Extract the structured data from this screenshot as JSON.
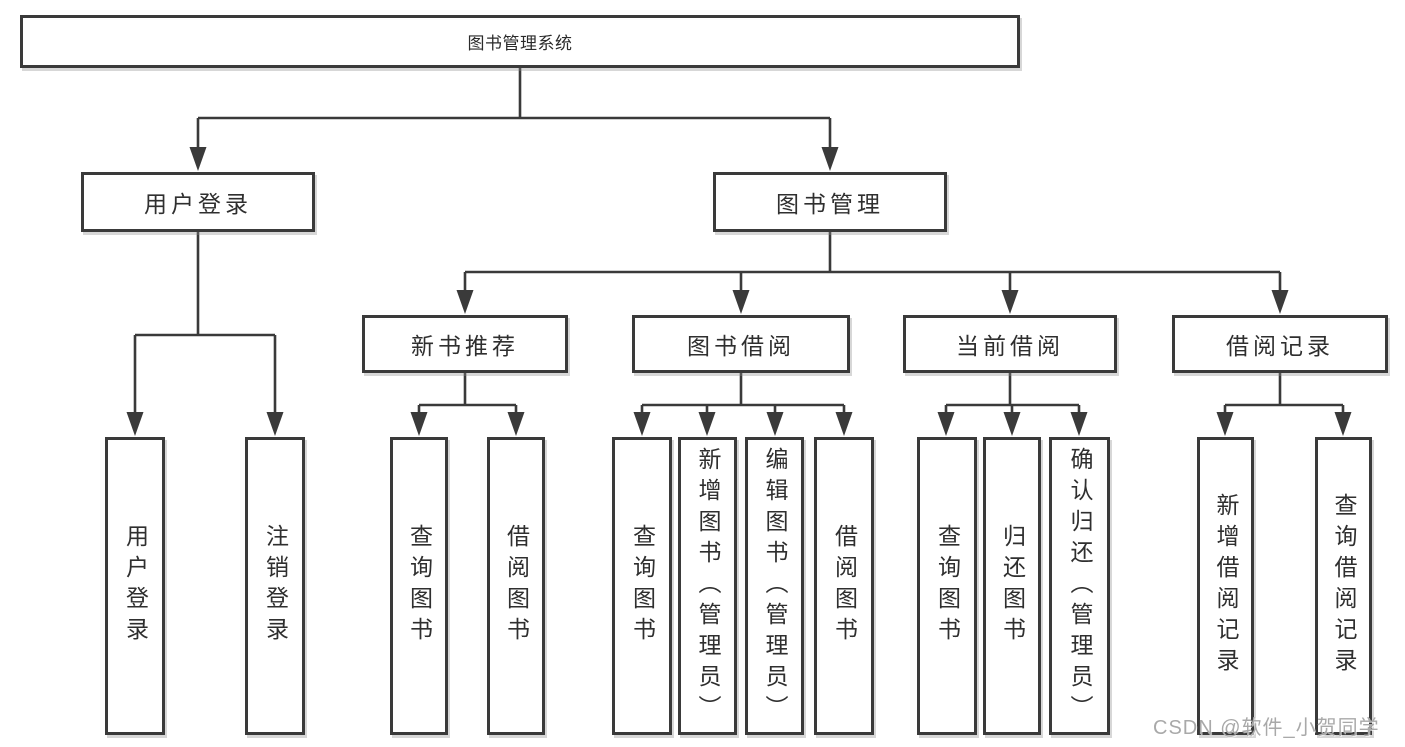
{
  "title": "图书管理系统",
  "tree": {
    "root": {
      "label": "图书管理系统"
    },
    "branches": [
      {
        "label": "用户登录",
        "children": [
          {
            "label": "用户登录"
          },
          {
            "label": "注销登录"
          }
        ]
      },
      {
        "label": "图书管理",
        "children": [
          {
            "label": "新书推荐",
            "children": [
              {
                "label": "查询图书"
              },
              {
                "label": "借阅图书"
              }
            ]
          },
          {
            "label": "图书借阅",
            "children": [
              {
                "label": "查询图书"
              },
              {
                "label": "新增图书（管理员）"
              },
              {
                "label": "编辑图书（管理员）"
              },
              {
                "label": "借阅图书"
              }
            ]
          },
          {
            "label": "当前借阅",
            "children": [
              {
                "label": "查询图书"
              },
              {
                "label": "归还图书"
              },
              {
                "label": "确认归还（管理员）"
              }
            ]
          },
          {
            "label": "借阅记录",
            "children": [
              {
                "label": "新增借阅记录"
              },
              {
                "label": "查询借阅记录"
              }
            ]
          }
        ]
      }
    ]
  },
  "watermark": "CSDN @软件_小贺同学",
  "colors": {
    "background": "#ffffff",
    "line": "#3a3a3a",
    "box_border": "#3a3a3a",
    "text": "#2f2f2f",
    "watermark": "#a9a9a9"
  }
}
